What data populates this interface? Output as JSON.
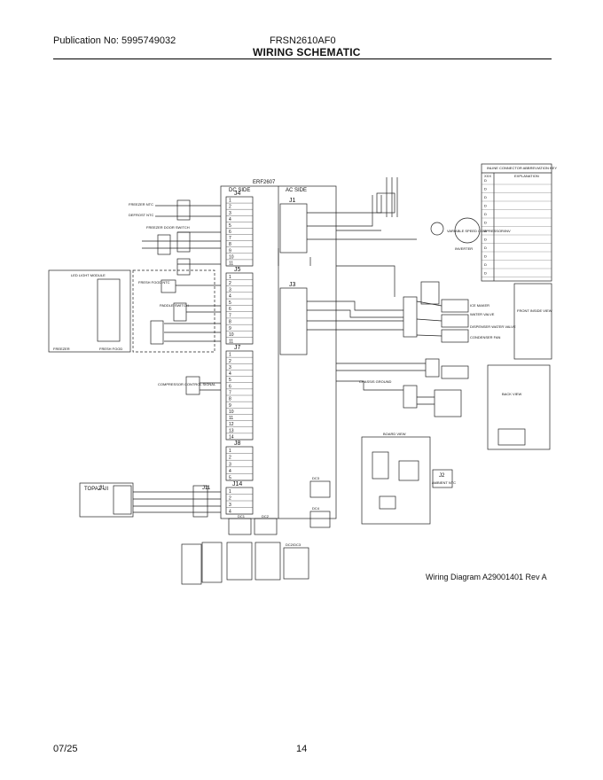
{
  "header": {
    "publication": "Publication No: 5995749032",
    "model": "FRSN2610AF0",
    "title": "WIRING SCHEMATIC"
  },
  "diagram": {
    "main_board": "ERF2607",
    "dc_side": "DC SIDE",
    "ac_side": "AC SIDE",
    "connectors": {
      "j4": "J4",
      "j5": "J5",
      "j7": "J7",
      "j8": "J8",
      "j14": "J14",
      "j1": "J1",
      "j3": "J3",
      "j2": "J2",
      "j11": "J11"
    },
    "dc_labels": {
      "freezer_ntc": "FREEZER NTC",
      "defrost_ntc": "DEFROST NTC",
      "freezer_door_switch": "FREEZER DOOR SWITCH",
      "led_light_module": "LED LIGHT MODULE",
      "fresh_food_ntc": "FRESH FOOD NTC",
      "paddle_switch": "PADDLE SWITCH",
      "compressor_control": "COMPRESSOR CONTROL SIGNAL",
      "topaz_ui": "TOPAZ UI",
      "freezer_lbl": "FREEZER",
      "fresh_food_lbl": "FRESH FOOD"
    },
    "j4_rows": [
      "1",
      "2",
      "3",
      "4",
      "5",
      "6",
      "7",
      "8",
      "9",
      "10",
      "11"
    ],
    "j5_rows": [
      "1",
      "2",
      "3",
      "4",
      "5",
      "6",
      "7",
      "8",
      "9",
      "10",
      "11"
    ],
    "j7_rows": [
      "1",
      "2",
      "3",
      "4",
      "5",
      "6",
      "7",
      "8",
      "9",
      "10",
      "11",
      "12",
      "13",
      "14"
    ],
    "j8_rows": [
      "1",
      "2",
      "3",
      "4",
      "5"
    ],
    "j14_rows": [
      "1",
      "2",
      "3",
      "4"
    ],
    "ac_labels": {
      "compressor": "VARIABLE SPEED COMPRESSOR/INV",
      "inverter": "INVERTER",
      "ice_maker": "ICE MAKER",
      "water_valve": "WATER VALVE",
      "dispenser_water_valve": "DISPENSER WATER VALVE",
      "condenser_fan": "CONDENSER FAN",
      "front_view": "FRONT INSIDE VIEW",
      "back_view": "BACK VIEW",
      "board_view": "BOARD VIEW",
      "chassis_ground": "CHASSIS GROUND",
      "ambient_ntc": "AMBIENT NTC"
    },
    "legend": {
      "title": "INLINE CONNECTOR ABBREVIATION KEY",
      "col1": "XXX",
      "col2": "EXPLANATION",
      "rows": [
        "D",
        "D",
        "D",
        "D",
        "D",
        "D",
        "D",
        "D",
        "D",
        "D",
        "D",
        "D"
      ]
    },
    "bottom_labels": [
      "DC1",
      "DC2",
      "DC3",
      "DC4",
      "DC2/DC3"
    ]
  },
  "caption": "Wiring Diagram A29001401 Rev A",
  "footer": {
    "date": "07/25",
    "page": "14"
  }
}
